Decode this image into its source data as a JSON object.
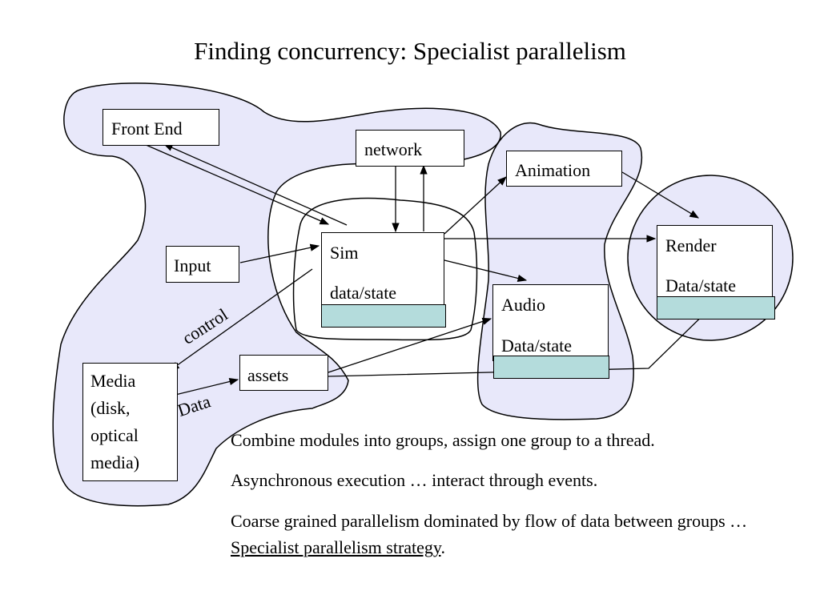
{
  "title": "Finding concurrency: Specialist parallelism",
  "modules": {
    "front_end": "Front End",
    "network": "network",
    "animation": "Animation",
    "input": "Input",
    "sim": "Sim",
    "sim_state": "data/state",
    "render": "Render",
    "render_state": "Data/state",
    "audio": "Audio",
    "audio_state": "Data/state",
    "assets": "assets",
    "media": "Media\n(disk,\noptical\nmedia)"
  },
  "edge_labels": {
    "control": "control",
    "data": "Data"
  },
  "notes": {
    "line1": "Combine modules into groups, assign one group to a thread.",
    "line2": "Asynchronous execution … interact through events.",
    "line3_prefix": "Coarse grained parallelism dominated by flow of data between groups …  ",
    "line3_link": "Specialist parallelism strategy",
    "line3_suffix": "."
  },
  "colors": {
    "group_fill": "#e8e8fa",
    "state_bar": "#b4dcdc"
  }
}
